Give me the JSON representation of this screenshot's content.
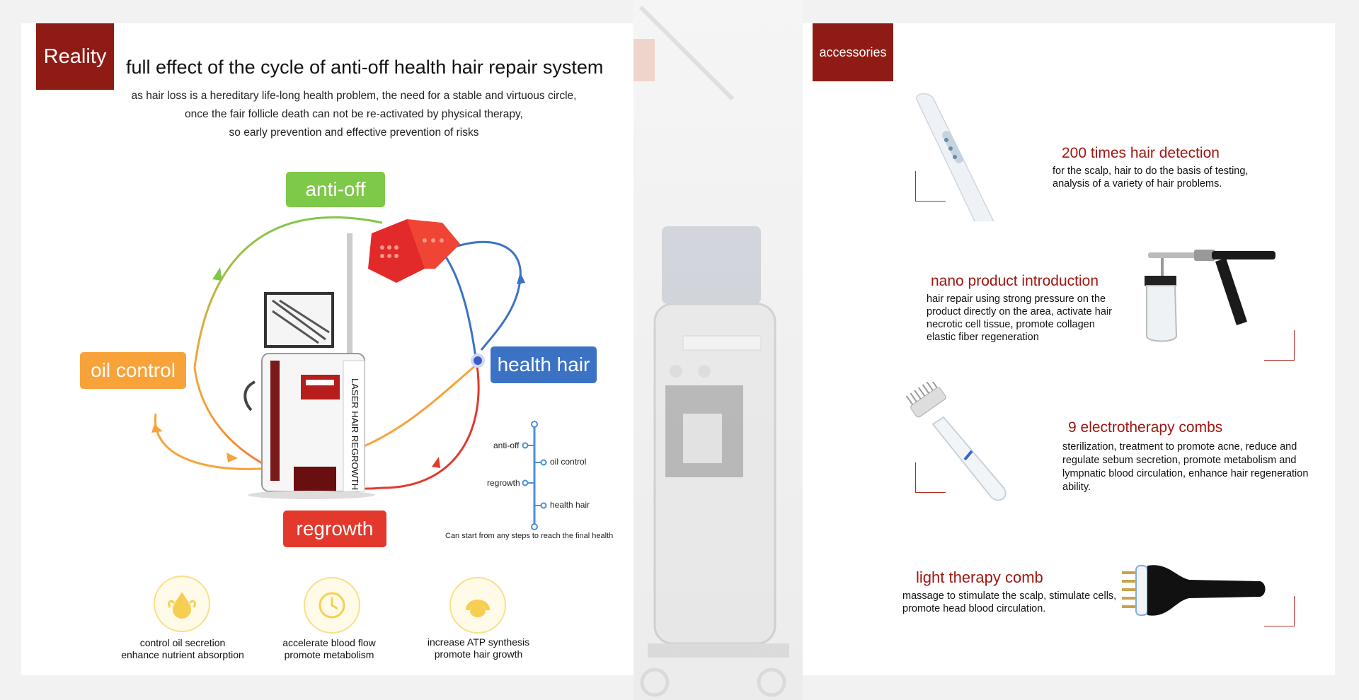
{
  "left": {
    "tag": "Reality",
    "title": "full effect of the cycle of anti-off health hair repair system",
    "intro": [
      "as hair loss is a hereditary life-long health problem, the need for a stable and virtuous circle,",
      "once the fair follicle death can not be re-activated by physical therapy,",
      "so early prevention and effective prevention of risks"
    ],
    "cycle": {
      "anti_off": "anti-off",
      "oil_control": "oil control",
      "health_hair": "health hair",
      "regrowth": "regrowth"
    },
    "machine_label": "LASER HAIR REGROWTH",
    "timeline": {
      "items": [
        "anti-off",
        "oil control",
        "regrowth",
        "health hair"
      ],
      "caption": "Can start from any steps to reach the final health"
    },
    "features": [
      {
        "line1": "control oil secretion",
        "line2": "enhance nutrient absorption",
        "icon": "oil-drop-icon"
      },
      {
        "line1": "accelerate blood flow",
        "line2": "promote metabolism",
        "icon": "clock-icon"
      },
      {
        "line1": "increase ATP synthesis",
        "line2": "promote hair growth",
        "icon": "hair-head-icon"
      }
    ],
    "colors": {
      "green": "#7ec84a",
      "orange": "#f7a33a",
      "blue": "#3b72c4",
      "red": "#e2392c",
      "brand_red": "#8f1c14"
    }
  },
  "right": {
    "tag": "accessories",
    "items": [
      {
        "title": "200 times hair detection",
        "desc": [
          "for the scalp, hair to do the basis of testing,",
          "analysis of a variety of hair problems."
        ]
      },
      {
        "title": "nano product introduction",
        "desc": [
          "hair repair using strong pressure on the",
          "product directly on the area, activate hair",
          "necrotic cell tissue, promote collagen",
          "elastic fiber regeneration"
        ]
      },
      {
        "title": "9 electrotherapy combs",
        "desc": [
          "sterilization, treatment to promote acne, reduce and",
          "regulate sebum secretion, promote metabolism and",
          "lympnatic blood circulation, enhance hair regeneration",
          "ability."
        ]
      },
      {
        "title": "light therapy comb",
        "desc": [
          "massage to stimulate the scalp, stimulate cells,",
          "promote head blood circulation."
        ]
      }
    ]
  }
}
